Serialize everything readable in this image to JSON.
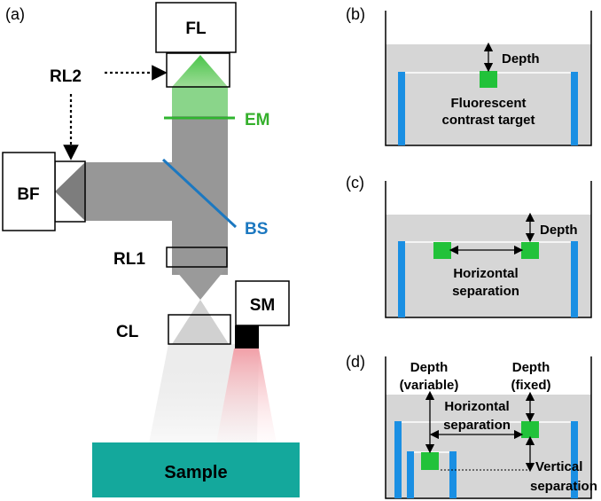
{
  "panels": {
    "a": "(a)",
    "b": "(b)",
    "c": "(c)",
    "d": "(d)"
  },
  "left": {
    "fl": "FL",
    "bf": "BF",
    "rl2": "RL2",
    "em": "EM",
    "bs": "BS",
    "rl1": "RL1",
    "sm": "SM",
    "cl": "CL",
    "sample": "Sample"
  },
  "panel_b": {
    "depth": "Depth",
    "target_line1": "Fluorescent",
    "target_line2": "contrast target"
  },
  "panel_c": {
    "depth": "Depth",
    "sep_line1": "Horizontal",
    "sep_line2": "separation"
  },
  "panel_d": {
    "depth_var_line1": "Depth",
    "depth_var_line2": "(variable)",
    "depth_fixed_line1": "Depth",
    "depth_fixed_line2": "(fixed)",
    "hsep_line1": "Horizontal",
    "hsep_line2": "separation",
    "vsep_line1": "Vertical",
    "vsep_line2": "separation"
  },
  "colors": {
    "green": "#22c23a",
    "green_text": "#35b02c",
    "blue": "#1a8fe3",
    "bs_text": "#1c78c0",
    "teal": "#14a89c",
    "tank_gray": "#d6d6d6",
    "beam_gray": "#8a8a8a"
  }
}
